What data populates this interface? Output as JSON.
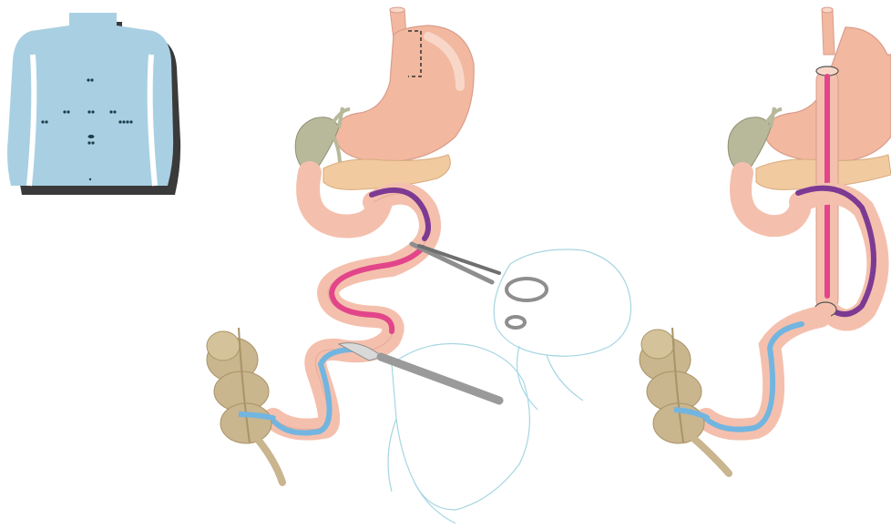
{
  "figure": {
    "panels": [
      {
        "id": "port-sites",
        "kind": "torso-with-port-markers"
      },
      {
        "id": "before-reconstruction",
        "kind": "gastrointestinal-anatomy-with-transection"
      },
      {
        "id": "after-reconstruction",
        "kind": "roux-en-y-gastric-bypass-result"
      }
    ],
    "port_marker_count": 9,
    "colors": {
      "torso": "#a8d0e2",
      "torso_edge": "#8cbccf",
      "torso_shadow": "#3a3a3a",
      "port_marker": "#1d3d4a",
      "stomach": "#f2b8a0",
      "stomach_light": "#f9d7c8",
      "bowel": "#f4c0ad",
      "bowel_edge": "#d99d8b",
      "colon": "#c9b58e",
      "colon_dark": "#a99467",
      "gallbladder": "#b7b99a",
      "pancreas": "#f1caa0",
      "limb_pink": "#e2458a",
      "limb_purple": "#7d3a93",
      "limb_blue": "#72b5e0",
      "hand_line": "#a5d6e2",
      "instrument": "#8e8e8e"
    }
  }
}
